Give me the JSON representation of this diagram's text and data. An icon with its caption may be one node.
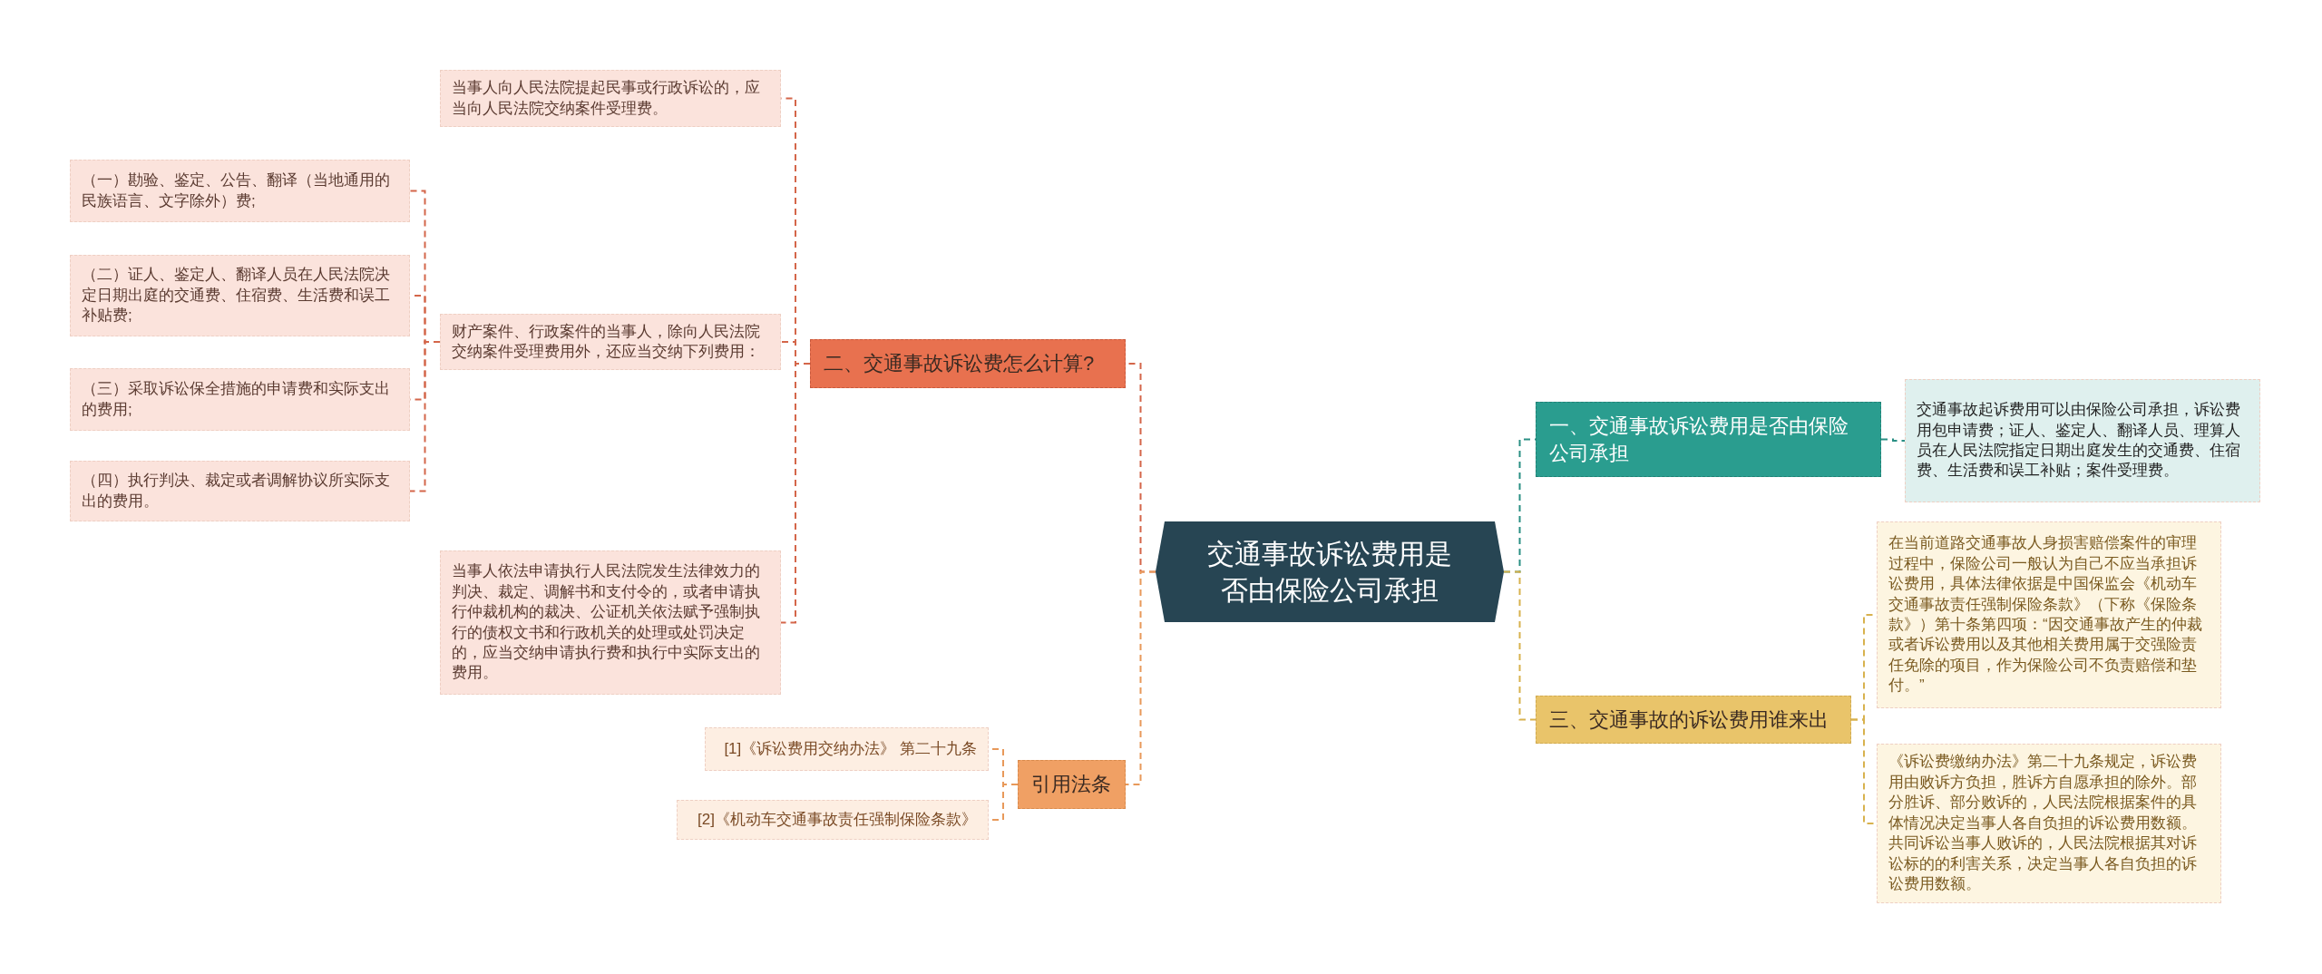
{
  "diagram": {
    "nodes": [
      {
        "text": [
          "交通事故诉讼费用是否由保险公司承担"
        ]
      },
      {
        "text": [
          "二、交通事故诉讼费怎么计算?"
        ]
      },
      {
        "text": [
          "当事人向人民法院提起民事或行政诉讼的，应当向人民法院交纳案件受理费。"
        ]
      },
      {
        "text": [
          "财产案件、行政案件的当事人，除向人民法院交纳案件受理费用外，还应当交纳下列费用："
        ]
      },
      {
        "text": [
          "（一）勘验、鉴定、公告、翻译（当地通用的民族语言、文字除外）费;"
        ]
      },
      {
        "text": [
          "（二）证人、鉴定人、翻译人员在人民法院决定日期出庭的交通费、住宿费、生活费和误工补贴费;"
        ]
      },
      {
        "text": [
          "（三）采取诉讼保全措施的申请费和实际支出的费用;"
        ]
      },
      {
        "text": [
          "（四）执行判决、裁定或者调解协议所实际支出的费用。"
        ]
      },
      {
        "text": [
          "当事人依法申请执行人民法院发生法律效力的判决、裁定、调解书和支付令的，或者申请执行仲裁机构的裁决、公证机关依法赋予强制执行的债权文书和行政机关的处理或处罚决定的，应当交纳申请执行费和执行中实际支出的费用。"
        ]
      },
      {
        "text": [
          "引用法条"
        ]
      },
      {
        "text": [
          "[1]《诉讼费用交纳办法》 第二十九条"
        ]
      },
      {
        "text": [
          "[2]《机动车交通事故责任强制保险条款》"
        ]
      },
      {
        "text": [
          "一、交通事故诉讼费用是否由保险公司承担"
        ]
      },
      {
        "text": [
          "交通事故起诉费用可以由保险公司承担，诉讼费用包申请费；证人、鉴定人、翻译人员、理算人员在人民法院指定日期出庭发生的交通费、住宿费、生活费和误工补贴；案件受理费。"
        ]
      },
      {
        "text": [
          "三、交通事故的诉讼费用谁来出"
        ]
      },
      {
        "text": [
          "在当前道路交通事故人身损害赔偿案件的审理过程中，保险公司一般认为自己不应当承担诉讼费用，具体法律依据是中国保监会《机动车交通事故责任强制保险条款》（下称《保险条款》）第十条第四项：“因交通事故产生的仲裁或者诉讼费用以及其他相关费用属于交强险责任免除的项目，作为保险公司不负责赔偿和垫付。”"
        ]
      },
      {
        "text": [
          "《诉讼费缴纳办法》第二十九条规定，诉讼费用由败诉方负担，胜诉方自愿承担的除外。部分胜诉、部分败诉的，人民法院根据案件的具体情况决定当事人各自负担的诉讼费用数额。共同诉讼当事人败诉的，人民法院根据其对诉讼标的的利害关系，决定当事人各自负担的诉讼费用数额。"
        ]
      }
    ],
    "edges": [
      {
        "from": 0,
        "to": 1,
        "arrow": "none",
        "style": "dashed"
      },
      {
        "from": 1,
        "to": 2,
        "arrow": "none",
        "style": "dashed"
      },
      {
        "from": 1,
        "to": 3,
        "arrow": "none",
        "style": "dashed"
      },
      {
        "from": 3,
        "to": 4,
        "arrow": "none",
        "style": "dashed"
      },
      {
        "from": 3,
        "to": 5,
        "arrow": "none",
        "style": "dashed"
      },
      {
        "from": 3,
        "to": 6,
        "arrow": "none",
        "style": "dashed"
      },
      {
        "from": 3,
        "to": 7,
        "arrow": "none",
        "style": "dashed"
      },
      {
        "from": 1,
        "to": 8,
        "arrow": "none",
        "style": "dashed"
      },
      {
        "from": 0,
        "to": 9,
        "arrow": "none",
        "style": "dashed",
        "color": "#e8995a"
      },
      {
        "from": 9,
        "to": 10,
        "arrow": "none",
        "style": "dashed",
        "color": "#e8995a"
      },
      {
        "from": 9,
        "to": 11,
        "arrow": "none",
        "style": "dashed",
        "color": "#e8995a"
      },
      {
        "from": 0,
        "to": 12,
        "arrow": "none",
        "style": "dashed",
        "color": "#2a8f84"
      },
      {
        "from": 12,
        "to": 13,
        "arrow": "none",
        "style": "dashed",
        "color": "#2a8f84"
      },
      {
        "from": 0,
        "to": 14,
        "arrow": "none",
        "style": "dashed",
        "color": "#d8b24e"
      },
      {
        "from": 14,
        "to": 15,
        "arrow": "none",
        "style": "dashed",
        "color": "#d8b24e"
      },
      {
        "from": 14,
        "to": 16,
        "arrow": "none",
        "style": "dashed",
        "color": "#d8b24e"
      }
    ]
  }
}
